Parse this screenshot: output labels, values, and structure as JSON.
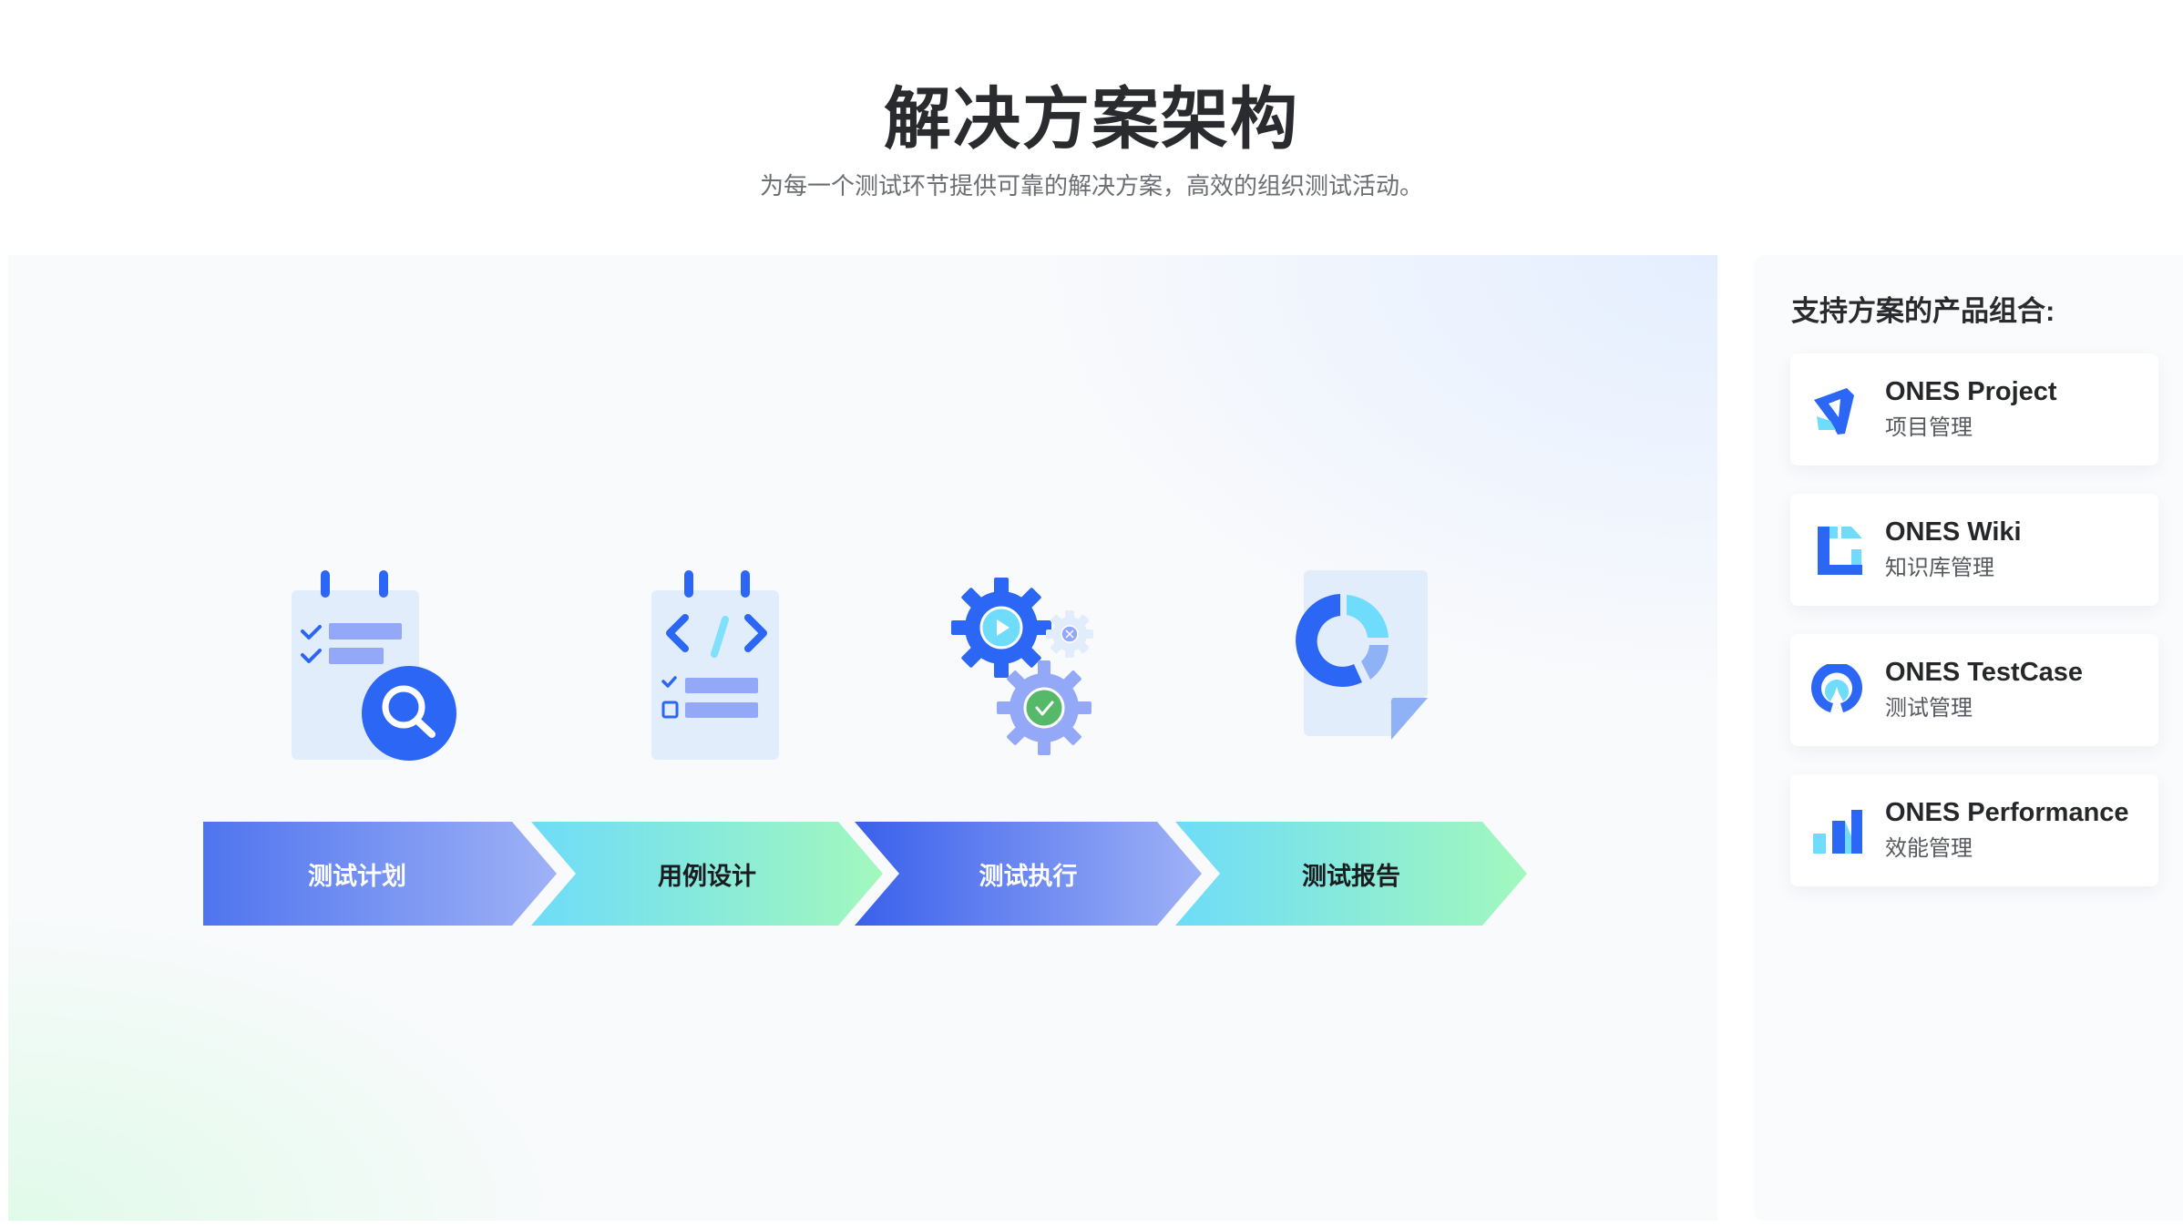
{
  "header": {
    "title": "解决方案架构",
    "subtitle": "为每一个测试环节提供可靠的解决方案，高效的组织测试活动。"
  },
  "flow": {
    "steps": [
      {
        "label": "测试计划",
        "icon": "test-plan-icon",
        "style": "blue"
      },
      {
        "label": "用例设计",
        "icon": "case-design-icon",
        "style": "green"
      },
      {
        "label": "测试执行",
        "icon": "test-execution-icon",
        "style": "blue"
      },
      {
        "label": "测试报告",
        "icon": "test-report-icon",
        "style": "green"
      }
    ],
    "colors": {
      "blue_start": "#3a63ee",
      "blue_end": "#9aaff5",
      "green_start": "#6edcf8",
      "green_end": "#a2f8bd",
      "icon_blue": "#2c66f5",
      "icon_cyan": "#6fdcfb",
      "icon_lavender": "#93a9f8",
      "icon_paper": "#e2edfc",
      "check_green": "#56b96a"
    }
  },
  "side": {
    "title": "支持方案的产品组合:",
    "products": [
      {
        "name": "ONES Project",
        "desc": "项目管理",
        "icon": "ones-project-logo-icon"
      },
      {
        "name": "ONES Wiki",
        "desc": "知识库管理",
        "icon": "ones-wiki-logo-icon"
      },
      {
        "name": "ONES TestCase",
        "desc": "测试管理",
        "icon": "ones-testcase-logo-icon"
      },
      {
        "name": "ONES Performance",
        "desc": "效能管理",
        "icon": "ones-performance-logo-icon"
      }
    ]
  }
}
